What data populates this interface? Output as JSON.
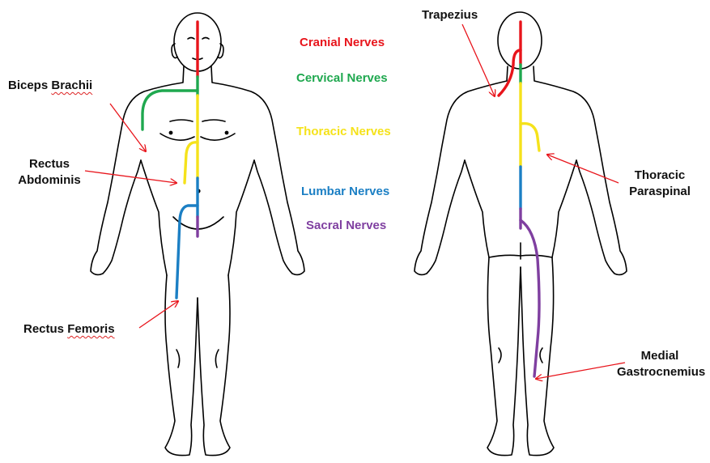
{
  "legend": {
    "cranial": {
      "label": "Cranial Nerves",
      "color": "#e8141b"
    },
    "cervical": {
      "label": "Cervical Nerves",
      "color": "#1fa84f"
    },
    "thoracic": {
      "label": "Thoracic Nerves",
      "color": "#f5e21b"
    },
    "lumbar": {
      "label": "Lumbar Nerves",
      "color": "#1b7fc4"
    },
    "sacral": {
      "label": "Sacral Nerves",
      "color": "#7f3fa0"
    }
  },
  "muscles": {
    "biceps": {
      "first": "Biceps",
      "second": "Brachii"
    },
    "rectus_abdominis": {
      "line1": "Rectus",
      "line2": "Abdominis"
    },
    "rectus_femoris": {
      "first": "Rectus",
      "second": "Femoris"
    },
    "trapezius": "Trapezius",
    "thoracic_paraspinal": {
      "line1": "Thoracic",
      "line2": "Paraspinal"
    },
    "medial_gastrocnemius": {
      "line1": "Medial",
      "line2": "Gastrocnemius"
    }
  },
  "colors": {
    "outline": "#000000",
    "arrow": "#e8141b"
  }
}
